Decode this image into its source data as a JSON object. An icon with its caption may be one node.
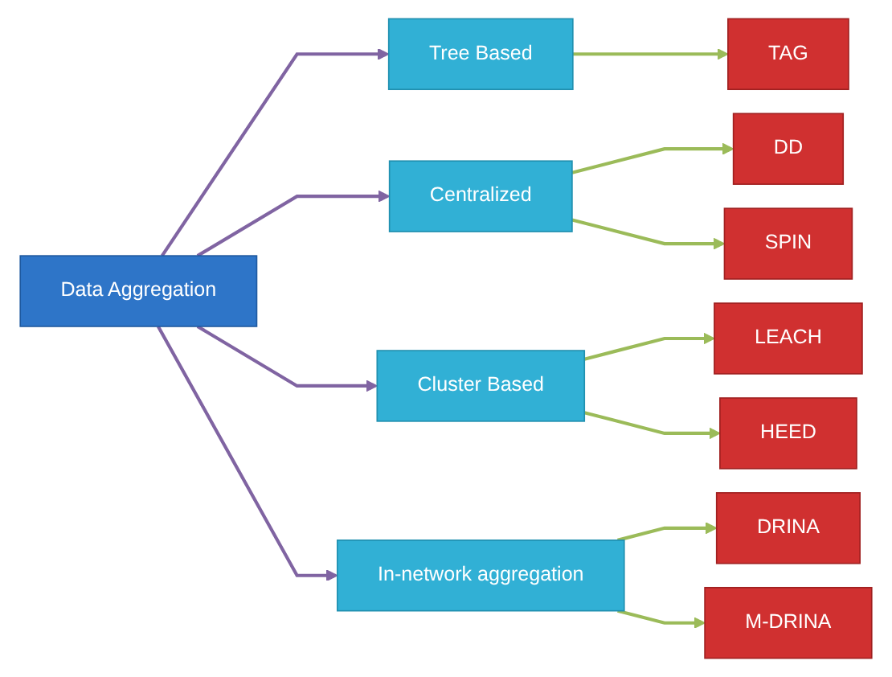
{
  "diagram": {
    "nodes": [
      {
        "text": [
          "Data Aggregation"
        ]
      },
      {
        "text": [
          "Tree Based"
        ]
      },
      {
        "text": [
          "Centralized"
        ]
      },
      {
        "text": [
          "Cluster Based"
        ]
      },
      {
        "text": [
          "In-network aggregation"
        ]
      },
      {
        "text": [
          "TAG"
        ]
      },
      {
        "text": [
          "DD"
        ]
      },
      {
        "text": [
          "SPIN"
        ]
      },
      {
        "text": [
          "LEACH"
        ]
      },
      {
        "text": [
          "HEED"
        ]
      },
      {
        "text": [
          "DRINA"
        ]
      },
      {
        "text": [
          "M-DRINA"
        ]
      }
    ],
    "edges": [
      {
        "from": 0,
        "to": 1,
        "arrow": "to",
        "color": "#8064a2"
      },
      {
        "from": 0,
        "to": 2,
        "arrow": "to",
        "color": "#8064a2"
      },
      {
        "from": 0,
        "to": 3,
        "arrow": "to",
        "color": "#8064a2"
      },
      {
        "from": 0,
        "to": 4,
        "arrow": "to",
        "color": "#8064a2"
      },
      {
        "from": 1,
        "to": 5,
        "arrow": "to"
      },
      {
        "from": 2,
        "to": 6,
        "arrow": "to"
      },
      {
        "from": 2,
        "to": 7,
        "arrow": "to"
      },
      {
        "from": 3,
        "to": 8,
        "arrow": "to"
      },
      {
        "from": 3,
        "to": 9,
        "arrow": "to"
      },
      {
        "from": 4,
        "to": 10,
        "arrow": "to"
      },
      {
        "from": 4,
        "to": 11,
        "arrow": "to"
      }
    ]
  }
}
